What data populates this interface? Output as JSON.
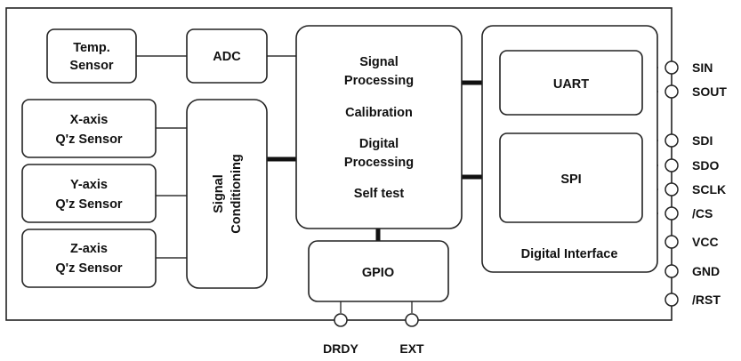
{
  "blocks": {
    "temp_sensor": [
      "Temp.",
      "Sensor"
    ],
    "adc": "ADC",
    "x_sensor": [
      "X-axis",
      "Q'z Sensor"
    ],
    "y_sensor": [
      "Y-axis",
      "Q'z Sensor"
    ],
    "z_sensor": [
      "Z-axis",
      "Q'z Sensor"
    ],
    "signal_conditioning": [
      "Signal",
      "Conditioning"
    ],
    "processor": {
      "signal_processing": [
        "Signal",
        "Processing"
      ],
      "calibration": "Calibration",
      "digital_processing": [
        "Digital",
        "Processing"
      ],
      "self_test": "Self test"
    },
    "gpio": "GPIO",
    "uart": "UART",
    "spi": "SPI",
    "digital_interface": "Digital Interface"
  },
  "pins": {
    "right": [
      "SIN",
      "SOUT",
      "SDI",
      "SDO",
      "SCLK",
      "/CS",
      "VCC",
      "GND",
      "/RST"
    ],
    "bottom": [
      "DRDY",
      "EXT"
    ]
  }
}
